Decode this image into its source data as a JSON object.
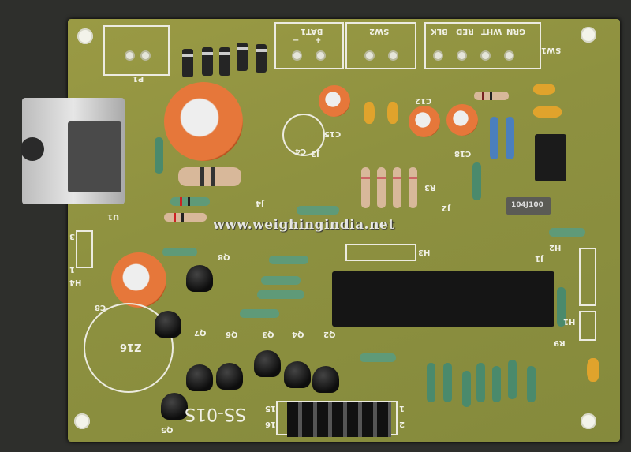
{
  "watermark": "www.weighingindia.net",
  "board": {
    "color": "#8e9140",
    "silkscreen_color": "#f1f1e6",
    "model_label": "SS-01S",
    "labels": {
      "p1": "P1",
      "bat1": "BAT1",
      "bat_minus": "−",
      "bat_plus": "+",
      "sw2": "SW2",
      "blk": "BLK",
      "red": "RED",
      "wht": "WHT",
      "grn": "GRN",
      "sw1": "SW1",
      "u1": "U1",
      "c4": "C4",
      "c15": "C15",
      "j3": "J3",
      "c12": "C12",
      "c18": "C18",
      "r3": "R3",
      "j2": "J2",
      "j4": "J4",
      "h3": "H3",
      "h2": "H2",
      "j1": "J1",
      "h4": "H4",
      "c8": "C8",
      "q8": "Q8",
      "q7": "Q7",
      "q6": "Q6",
      "q3": "Q3",
      "q4": "Q4",
      "q2": "Q2",
      "z16": "Z16",
      "q5": "Q5",
      "r9": "R9",
      "h1": "H1",
      "pin15": "15",
      "pin16": "16",
      "pin1": "1",
      "pin2": "2",
      "h4_1": "1",
      "h4_3": "3"
    },
    "film_cap_marking": "104J100"
  }
}
